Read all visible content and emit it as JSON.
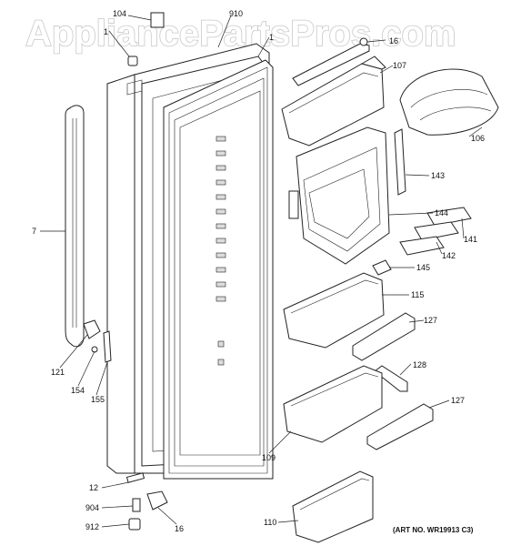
{
  "watermark": "AppliancePartsPros.com",
  "art_no": "(ART NO. WR19913 C3)",
  "callouts": [
    {
      "id": "c104",
      "text": "104"
    },
    {
      "id": "c1a",
      "text": "1"
    },
    {
      "id": "c910",
      "text": "910"
    },
    {
      "id": "c1b",
      "text": "1"
    },
    {
      "id": "c16a",
      "text": "16"
    },
    {
      "id": "c107",
      "text": "107"
    },
    {
      "id": "c106",
      "text": "106"
    },
    {
      "id": "c7",
      "text": "7"
    },
    {
      "id": "c143",
      "text": "143"
    },
    {
      "id": "c144",
      "text": "144"
    },
    {
      "id": "c141",
      "text": "141"
    },
    {
      "id": "c142",
      "text": "142"
    },
    {
      "id": "c145",
      "text": "145"
    },
    {
      "id": "c115",
      "text": "115"
    },
    {
      "id": "c127a",
      "text": "127"
    },
    {
      "id": "c121",
      "text": "121"
    },
    {
      "id": "c154",
      "text": "154"
    },
    {
      "id": "c155",
      "text": "155"
    },
    {
      "id": "c128",
      "text": "128"
    },
    {
      "id": "c127b",
      "text": "127"
    },
    {
      "id": "c109",
      "text": "109"
    },
    {
      "id": "c12",
      "text": "12"
    },
    {
      "id": "c904",
      "text": "904"
    },
    {
      "id": "c912",
      "text": "912"
    },
    {
      "id": "c16b",
      "text": "16"
    },
    {
      "id": "c110",
      "text": "110"
    }
  ]
}
